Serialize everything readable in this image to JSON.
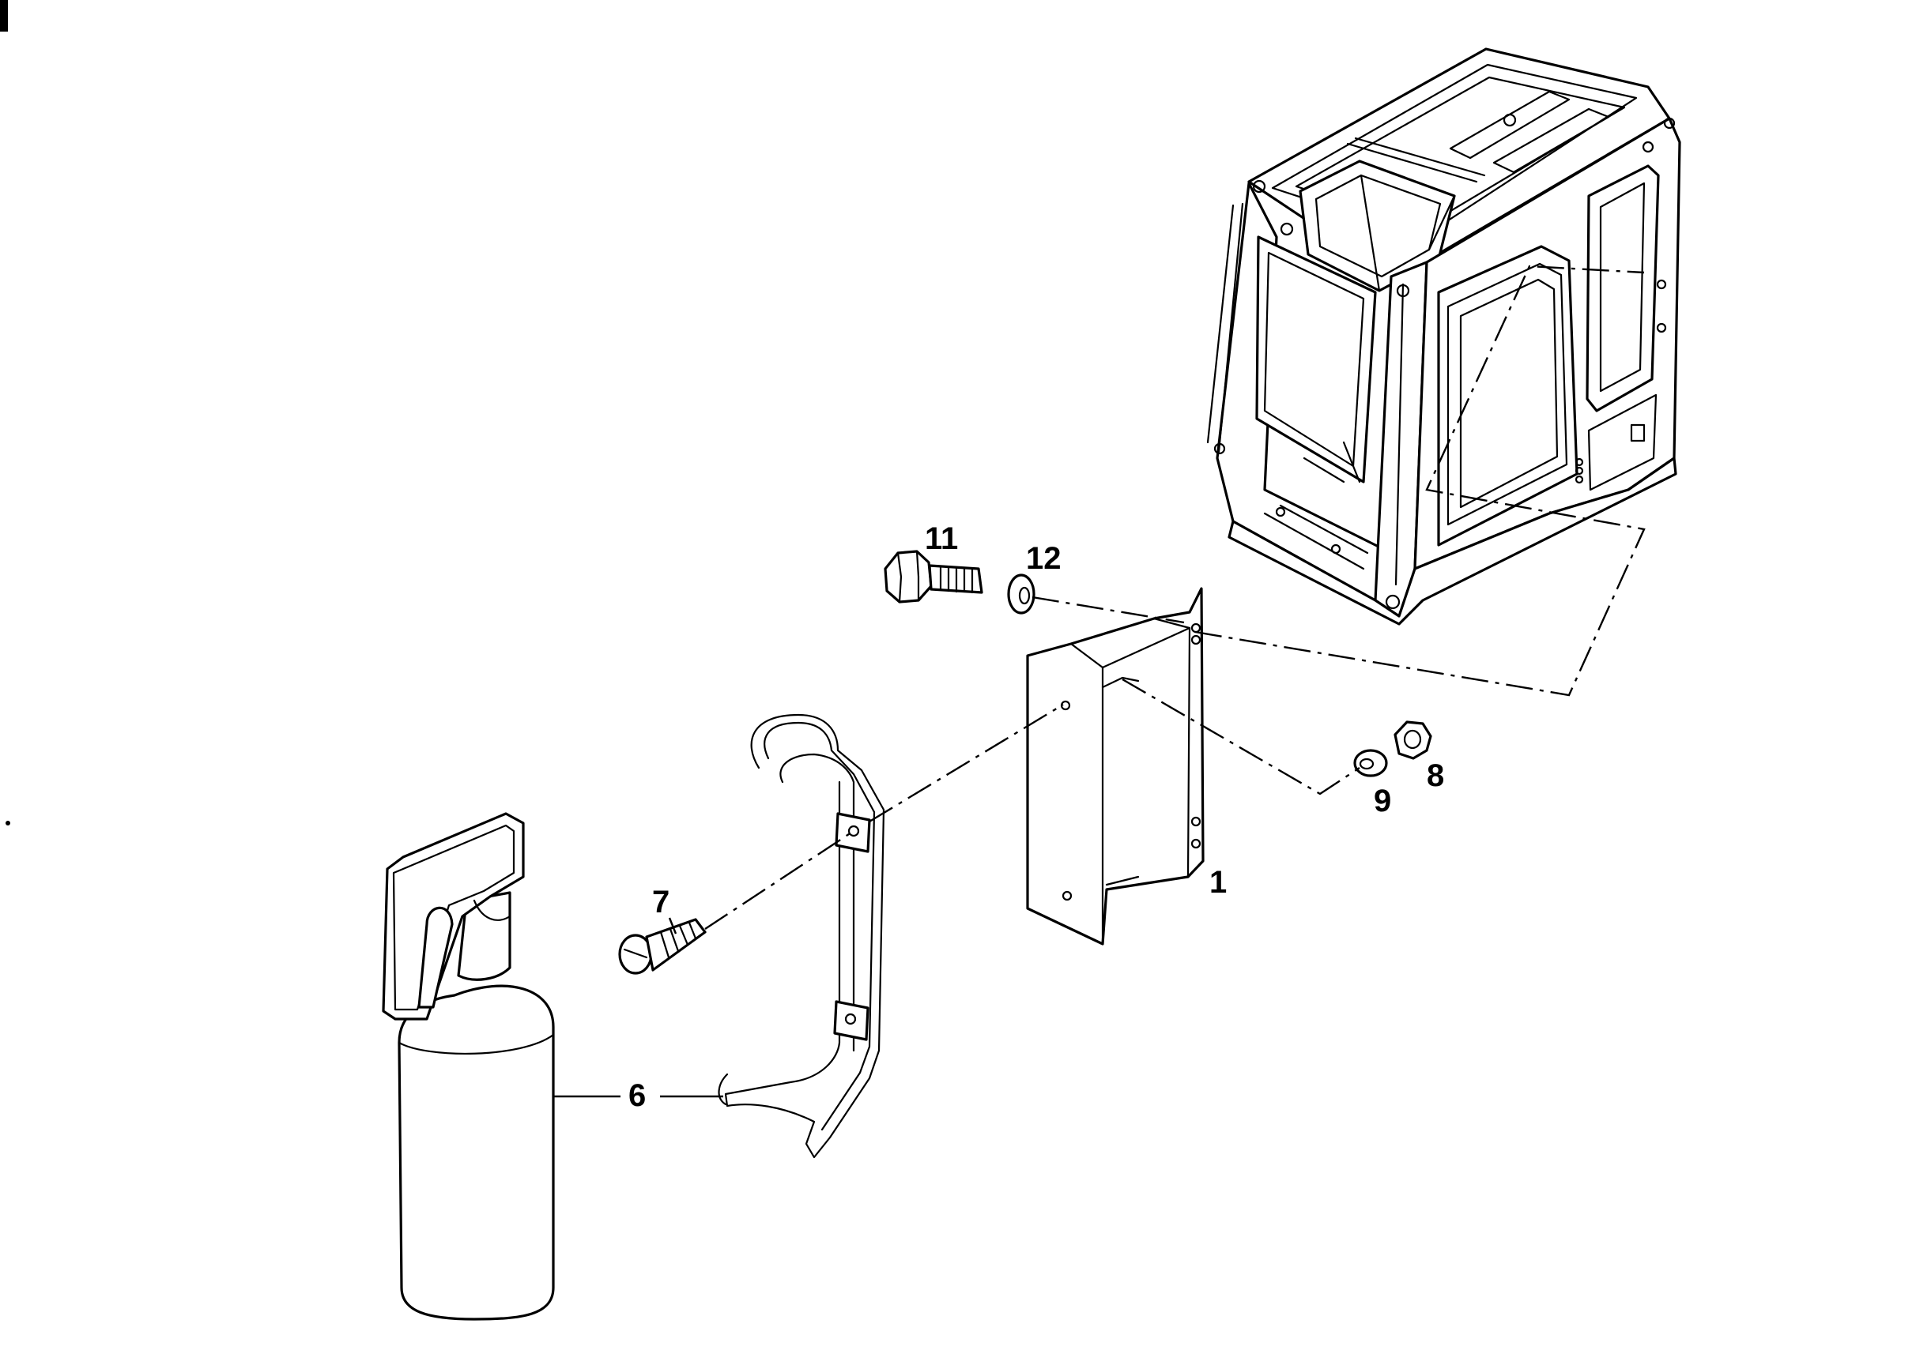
{
  "callouts": {
    "c1": "1",
    "c6": "6",
    "c7": "7",
    "c8": "8",
    "c9": "9",
    "c11": "11",
    "c12": "12"
  },
  "colors": {
    "ink": "#000000",
    "paper": "#ffffff"
  }
}
